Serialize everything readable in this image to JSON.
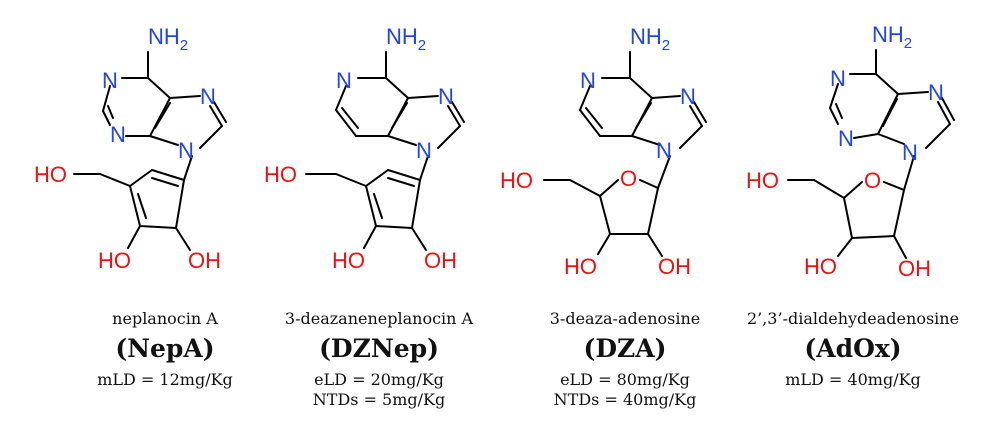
{
  "colors": {
    "nitrogen": "#2244ee",
    "oxygen": "#ee1111",
    "bond": "#000000"
  },
  "compounds": [
    {
      "name": "neplanocin A",
      "abbr": "(NepA)",
      "toxicity": [
        "mLD = 12mg/Kg"
      ],
      "amine_label": "NH2",
      "hydroxyl_label": "HO",
      "ring_hydroxyl_left": "HO",
      "ring_hydroxyl_right": "OH",
      "ring_nitrogen_label": "N",
      "ring_oxygen_label": ""
    },
    {
      "name": "3-deazaneneplanocin A",
      "abbr": "(DZNep)",
      "toxicity": [
        "eLD = 20mg/Kg",
        "NTDs = 5mg/Kg"
      ],
      "amine_label": "NH2",
      "hydroxyl_label": "HO",
      "ring_hydroxyl_left": "HO",
      "ring_hydroxyl_right": "OH",
      "ring_nitrogen_label": "N",
      "ring_oxygen_label": ""
    },
    {
      "name": "3-deaza-adenosine",
      "abbr": "(DZA)",
      "toxicity": [
        "eLD = 80mg/Kg",
        "NTDs = 40mg/Kg"
      ],
      "amine_label": "NH2",
      "hydroxyl_label": "HO",
      "ring_hydroxyl_left": "HO",
      "ring_hydroxyl_right": "OH",
      "ring_nitrogen_label": "N",
      "ring_oxygen_label": "O"
    },
    {
      "name": "2’,3’-dialdehydeadenosine",
      "abbr": "(AdOx)",
      "toxicity": [
        "mLD = 40mg/Kg"
      ],
      "amine_label": "NH2",
      "hydroxyl_label": "HO",
      "ring_hydroxyl_left": "HO",
      "ring_hydroxyl_right": "OH",
      "ring_nitrogen_label": "N",
      "ring_oxygen_label": "O"
    }
  ]
}
